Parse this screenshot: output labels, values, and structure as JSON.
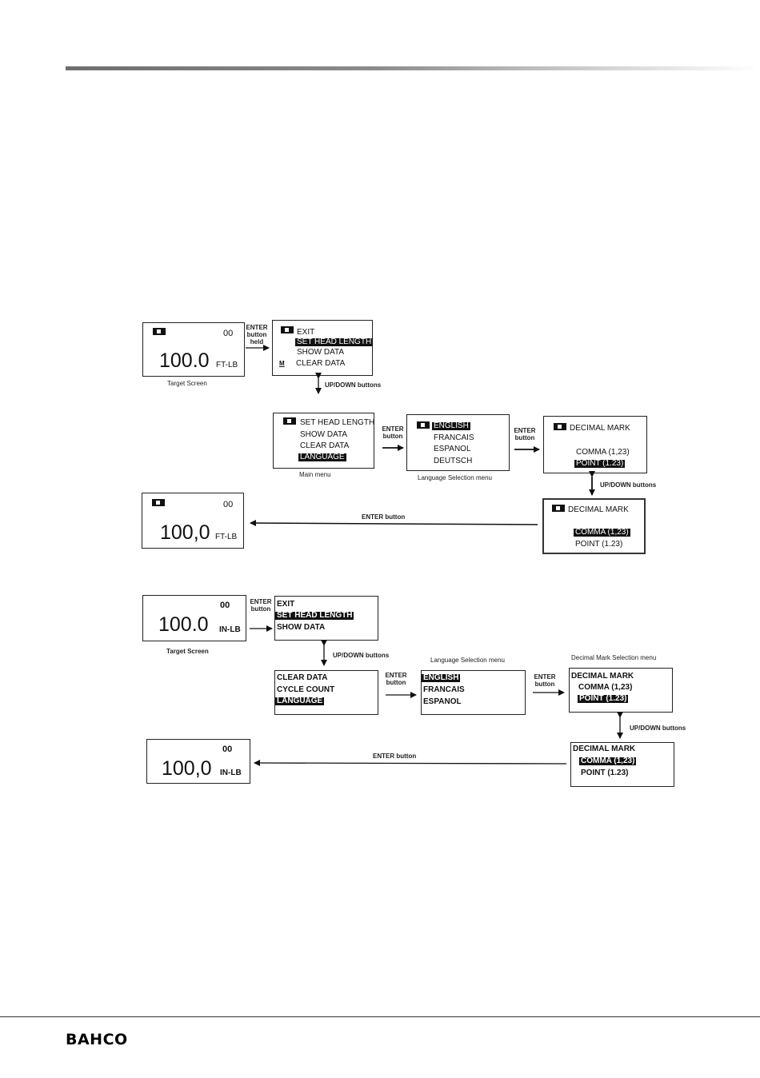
{
  "brand": "BAHCO",
  "d1": {
    "target": {
      "code": "00",
      "value": "100.0",
      "unit": "FT-LB",
      "caption": "Target  Screen"
    },
    "enter_held_label": [
      "ENTER",
      "button",
      "held"
    ],
    "menu_a": {
      "items": [
        "EXIT",
        "SET HEAD LENGTH",
        "SHOW DATA",
        "CLEAR DATA"
      ],
      "selected": "SET HEAD LENGTH",
      "mark": "M"
    },
    "updown_label": "UP/DOWN buttons",
    "main_menu": {
      "items": [
        "SET HEAD LENGTH",
        "SHOW DATA",
        "CLEAR DATA",
        "LANGUAGE"
      ],
      "selected": "LANGUAGE",
      "caption": "Main menu"
    },
    "enter_label_1": [
      "ENTER",
      "button"
    ],
    "language_menu": {
      "items": [
        "ENGLISH",
        "FRANCAIS",
        "ESPANOL",
        "DEUTSCH"
      ],
      "selected": "ENGLISH",
      "caption": "Language Selection  menu"
    },
    "enter_label_2": [
      "ENTER",
      "button"
    ],
    "decimal_a": {
      "title": "DECIMAL MARK",
      "opt1": "COMMA (1,23)",
      "opt2": "POINT (1.23)",
      "selected": "POINT (1.23)"
    },
    "updown_label_2": "UP/DOWN buttons",
    "decimal_b": {
      "title": "DECIMAL MARK",
      "opt1": "COMMA (1,23)",
      "opt2": "POINT (1.23)",
      "selected": "COMMA (1,23)"
    },
    "enter_label_3": "ENTER button",
    "result": {
      "code": "00",
      "value": "100,0",
      "unit": "FT-LB"
    }
  },
  "d2": {
    "target": {
      "code": "00",
      "value": "100.0",
      "unit": "IN-LB",
      "caption": "Target Screen"
    },
    "enter_label": [
      "ENTER",
      "button"
    ],
    "menu_a": {
      "items": [
        "EXIT",
        "SET HEAD LENGTH",
        "SHOW DATA"
      ],
      "selected": "SET HEAD LENGTH"
    },
    "updown_label": "UP/DOWN buttons",
    "menu_b": {
      "items": [
        "CLEAR DATA",
        "CYCLE COUNT",
        "LANGUAGE"
      ],
      "selected": "LANGUAGE"
    },
    "enter_label_1": [
      "ENTER",
      "button"
    ],
    "language_menu": {
      "items": [
        "ENGLISH",
        "FRANCAIS",
        "ESPANOL"
      ],
      "selected": "ENGLISH",
      "caption": "Language Selection menu"
    },
    "enter_label_2": [
      "ENTER",
      "button"
    ],
    "decimal_a": {
      "title": "DECIMAL MARK",
      "opt1": "COMMA (1,23)",
      "opt2": "POINT (1.23)",
      "selected": "POINT (1.23)",
      "caption": "Decimal Mark Selection menu"
    },
    "updown_label_2": "UP/DOWN buttons",
    "decimal_b": {
      "title": "DECIMAL MARK",
      "opt1": "COMMA (1,23)",
      "opt2": "POINT (1.23)",
      "selected": "COMMA (1,23)"
    },
    "enter_label_3": "ENTER button",
    "result": {
      "code": "00",
      "value": "100,0",
      "unit": "IN-LB"
    }
  }
}
